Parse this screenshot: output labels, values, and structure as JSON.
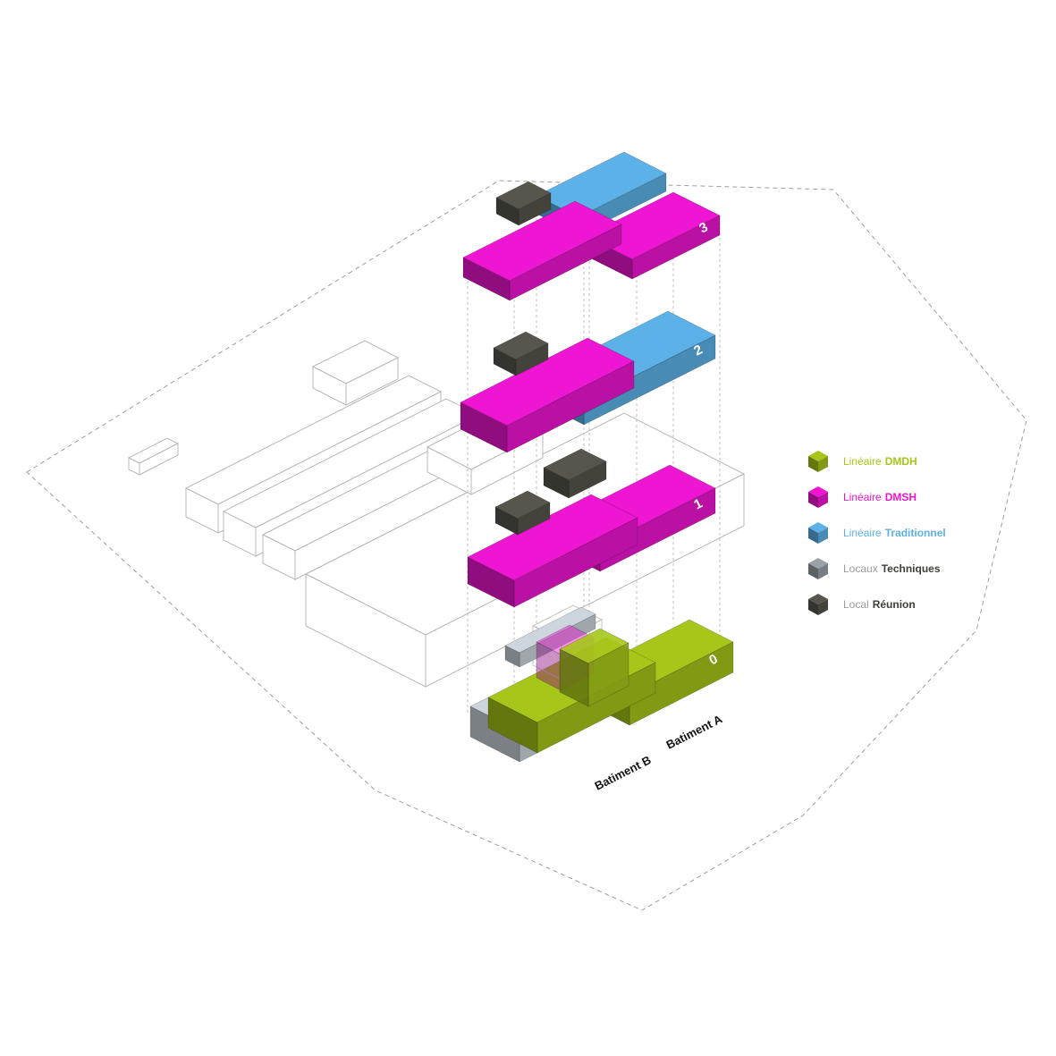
{
  "legend": {
    "items": [
      {
        "prefix": "Linéaire",
        "name": "DMDH",
        "color": "#a6c619"
      },
      {
        "prefix": "Linéaire",
        "name": "DMSH",
        "color": "#ee16d2"
      },
      {
        "prefix": "Linéaire",
        "name": "Traditionnel",
        "color": "#5cb2e8"
      },
      {
        "prefix": "Locaux",
        "name": "Techniques",
        "color": "#9aa2a8"
      },
      {
        "prefix": "Local",
        "name": "Réunion",
        "color": "#57564c"
      }
    ]
  },
  "labels": {
    "batiment_a": "Batiment A",
    "batiment_b": "Batiment B"
  },
  "floor_numbers": [
    "0",
    "1",
    "2",
    "3"
  ],
  "colors": {
    "dmdh": "#a6c619",
    "dmsh": "#ee16d2",
    "traditionnel": "#5cb2e8",
    "techniques": "#9aa2a8",
    "reunion": "#57564c",
    "light_volume": "#ccd6dc"
  }
}
